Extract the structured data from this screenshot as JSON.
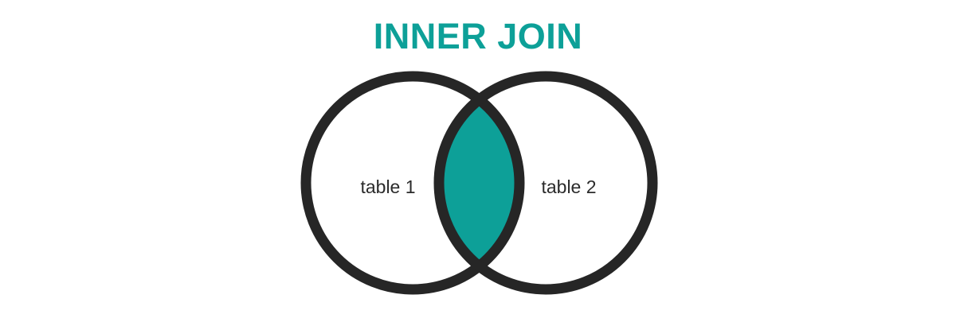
{
  "diagram": {
    "title": "INNER JOIN",
    "type": "venn-2-set",
    "background_color": "#ffffff",
    "accent_color": "#0da098",
    "outline_color": "#262626",
    "label_color": "#2b2b2b",
    "highlight_region": "intersection",
    "sets": [
      {
        "id": "left",
        "label": "table 1",
        "fill": "#ffffff",
        "outline": "#262626"
      },
      {
        "id": "right",
        "label": "table 2",
        "fill": "#ffffff",
        "outline": "#262626"
      }
    ],
    "intersection": {
      "label": "",
      "fill": "#0da098",
      "shaded": "true"
    }
  }
}
